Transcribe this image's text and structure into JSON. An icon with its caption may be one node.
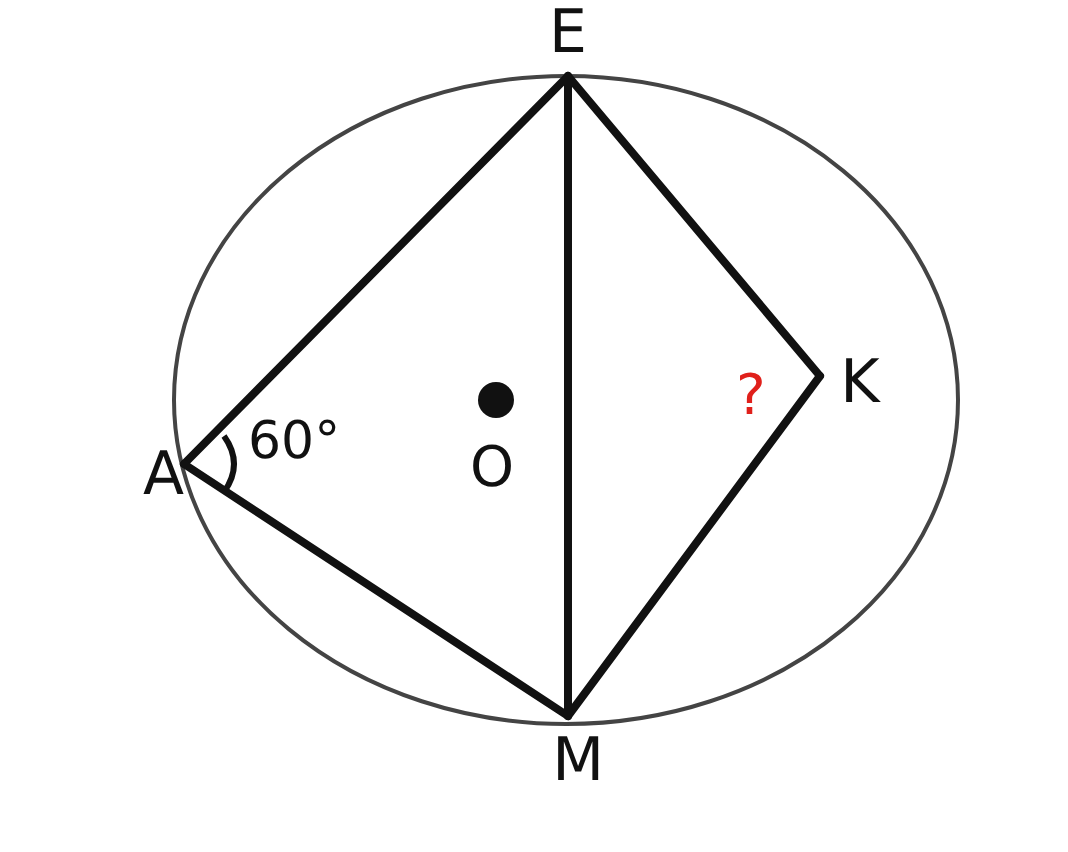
{
  "diagram": {
    "nodes": [
      {
        "text": [
          "E"
        ]
      },
      {
        "text": [
          "K"
        ]
      },
      {
        "text": [
          "M"
        ]
      },
      {
        "text": [
          "A"
        ]
      }
    ],
    "edges": [
      {
        "from": 3,
        "to": 0,
        "arrow": "none"
      },
      {
        "from": 0,
        "to": 1,
        "arrow": "none"
      },
      {
        "from": 1,
        "to": 2,
        "arrow": "none"
      },
      {
        "from": 2,
        "to": 3,
        "arrow": "none"
      },
      {
        "from": 0,
        "to": 2,
        "arrow": "none"
      }
    ],
    "labels": [
      "60°",
      "O",
      "?"
    ]
  }
}
